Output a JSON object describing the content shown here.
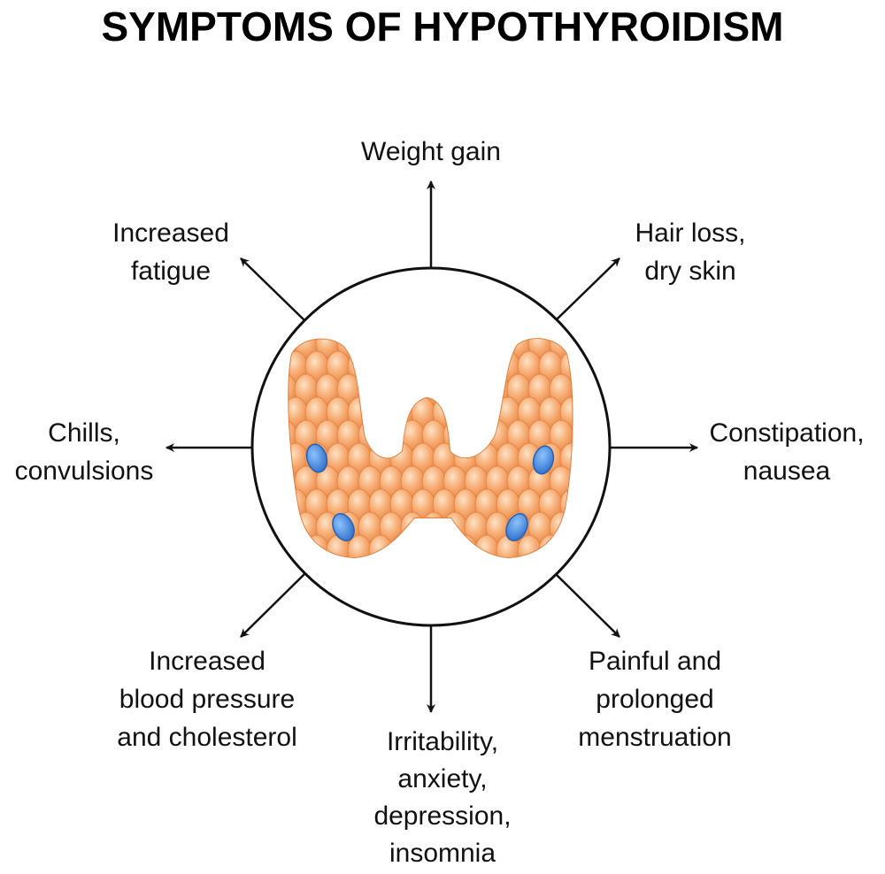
{
  "title": "SYMPTOMS OF HYPOTHYROIDISM",
  "center": {
    "icon": "thyroid-gland-icon",
    "gland_color": "#f6a46a",
    "nodule_color": "#3b82d6"
  },
  "symptoms": [
    {
      "id": "top",
      "lines": [
        "Weight gain"
      ]
    },
    {
      "id": "top-right",
      "lines": [
        "Hair loss,",
        "dry skin"
      ]
    },
    {
      "id": "right",
      "lines": [
        "Constipation,",
        "nausea"
      ]
    },
    {
      "id": "bottom-right",
      "lines": [
        "Painful and",
        "prolonged",
        "menstruation"
      ]
    },
    {
      "id": "bottom",
      "lines": [
        "Irritability,",
        "anxiety,",
        "depression,",
        "insomnia"
      ]
    },
    {
      "id": "bottom-left",
      "lines": [
        "Increased",
        "blood pressure",
        "and cholesterol"
      ]
    },
    {
      "id": "left",
      "lines": [
        "Chills,",
        "convulsions"
      ]
    },
    {
      "id": "top-left",
      "lines": [
        "Increased",
        "fatigue"
      ]
    }
  ]
}
